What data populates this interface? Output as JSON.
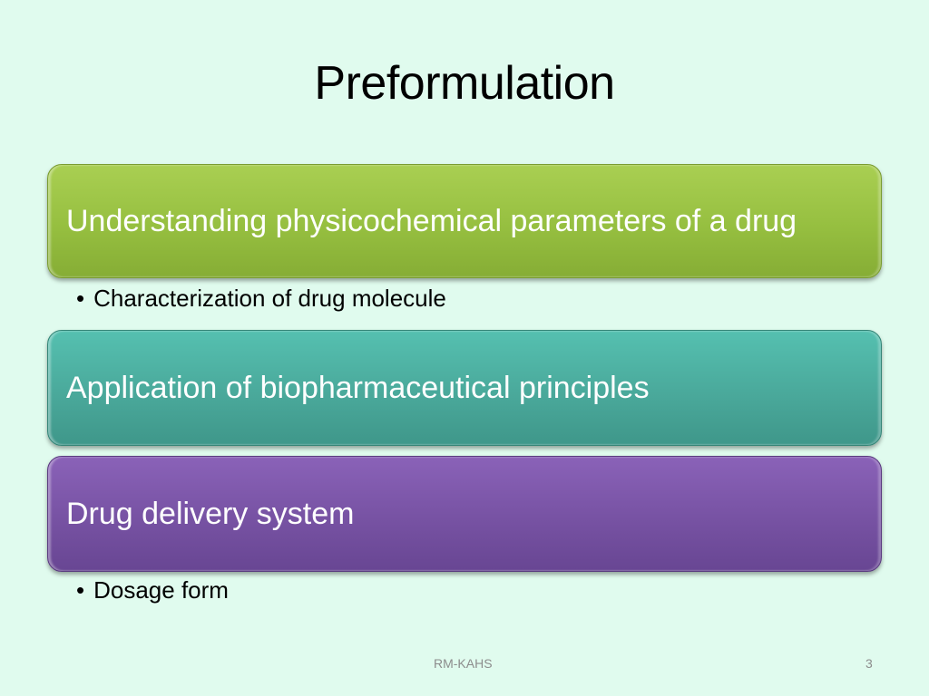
{
  "slide": {
    "title": "Preformulation",
    "boxes": [
      {
        "label": "Understanding physicochemical parameters of a drug",
        "color": "#9bc645"
      },
      {
        "label": "Application of biopharmaceutical principles",
        "color": "#4db1a3"
      },
      {
        "label": "Drug delivery system",
        "color": "#7a55a8"
      }
    ],
    "bullets": [
      {
        "marker": "•",
        "text": "Characterization of drug molecule"
      },
      {
        "marker": "•",
        "text": "Dosage form"
      }
    ],
    "footer": {
      "center_text": "RM-KAHS",
      "page_number": "3"
    },
    "background_color": "#e0fbee"
  }
}
